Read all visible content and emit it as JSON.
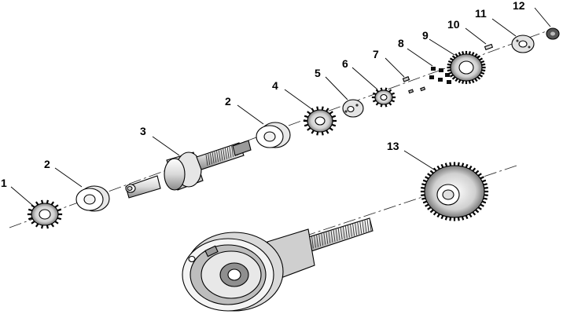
{
  "callouts": {
    "p1": "1",
    "p2a": "2",
    "p2b": "2",
    "p3": "3",
    "p4": "4",
    "p5": "5",
    "p6": "6",
    "p7": "7",
    "p8": "8",
    "p9": "9",
    "p10": "10",
    "p11": "11",
    "p12": "12",
    "p13": "13"
  }
}
